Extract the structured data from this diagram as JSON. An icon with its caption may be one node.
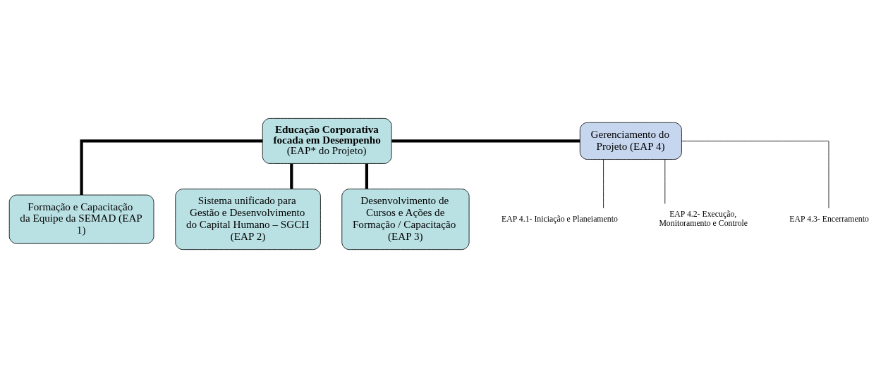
{
  "diagram": {
    "nodes": [
      {
        "text": [
          "Educação Corporativa focada em Desempenho",
          "(EAP* do Projeto)"
        ]
      },
      {
        "text": [
          "Gerenciamento do Projeto (EAP 4)"
        ]
      },
      {
        "text": [
          "EAP 4.1- Iniciação e Planeiamento"
        ]
      },
      {
        "text": [
          "EAP 4.2- Execução, Monitoramento e Controle"
        ]
      },
      {
        "text": [
          "EAP 4.3- Encerramento"
        ]
      },
      {
        "text": [
          "Formação e Capacitação da Equipe da SEMAD (EAP 1)"
        ]
      },
      {
        "text": [
          "Sistema unificado para Gestão e Desenvolvimento do Capital Humano – SGCH  (EAP 2)"
        ]
      },
      {
        "text": [
          "Desenvolvimento de Cursos e Ações de Formação / Capacitação (EAP 3)"
        ]
      }
    ],
    "edges": [
      {
        "from": 0,
        "to": 1,
        "arrow": "none"
      },
      {
        "from": 1,
        "to": 2,
        "arrow": "none"
      },
      {
        "from": 1,
        "to": 3,
        "arrow": "none"
      },
      {
        "from": 1,
        "to": 4,
        "arrow": "none"
      },
      {
        "from": 0,
        "to": 5,
        "arrow": "none"
      },
      {
        "from": 0,
        "to": 6,
        "arrow": "none"
      },
      {
        "from": 0,
        "to": 7,
        "arrow": "none"
      }
    ]
  }
}
